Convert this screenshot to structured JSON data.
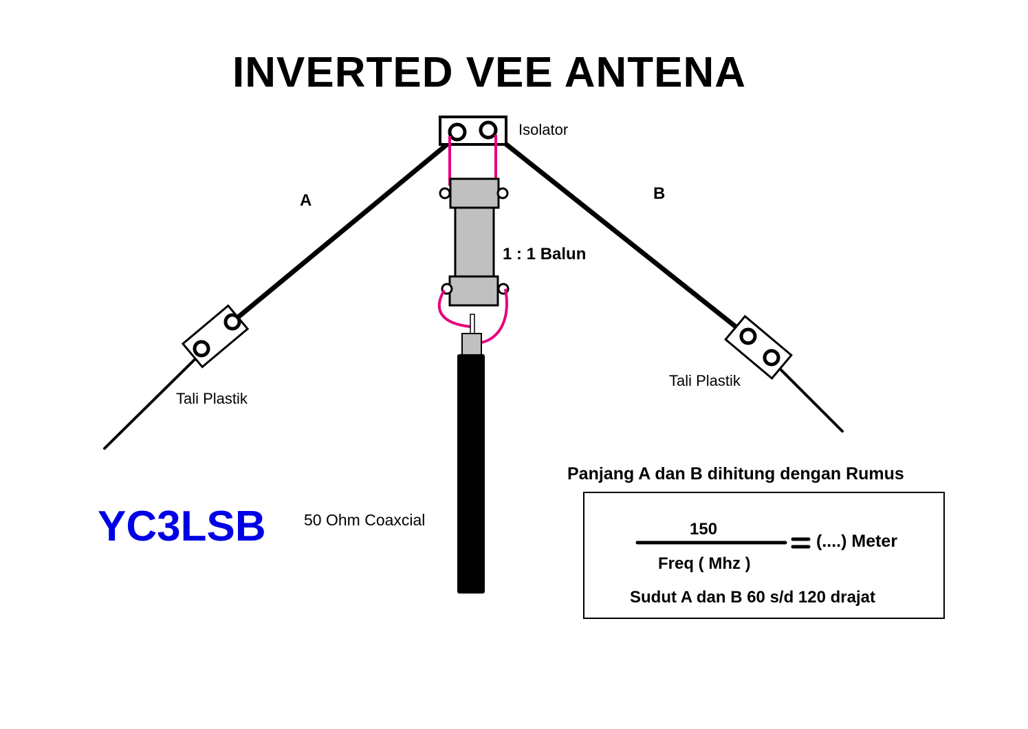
{
  "title": "INVERTED VEE ANTENA",
  "labels": {
    "isolator": "Isolator",
    "leg_a": "A",
    "leg_b": "B",
    "balun": "1 : 1 Balun",
    "tali_left": "Tali Plastik",
    "tali_right": "Tali Plastik",
    "coax": "50 Ohm Coaxcial"
  },
  "callsign": "YC3LSB",
  "formula": {
    "heading": "Panjang A  dan  B dihitung dengan Rumus",
    "numerator": "150",
    "denominator": "Freq ( Mhz )",
    "result": "(....) Meter",
    "angle_note": "Sudut A dan B 60 s/d 120 drajat"
  },
  "colors": {
    "wire": "#000000",
    "jumper": "#e6007e",
    "balun_fill": "#c0c0c0",
    "callsign": "#0000e6",
    "coax_body": "#000000"
  }
}
